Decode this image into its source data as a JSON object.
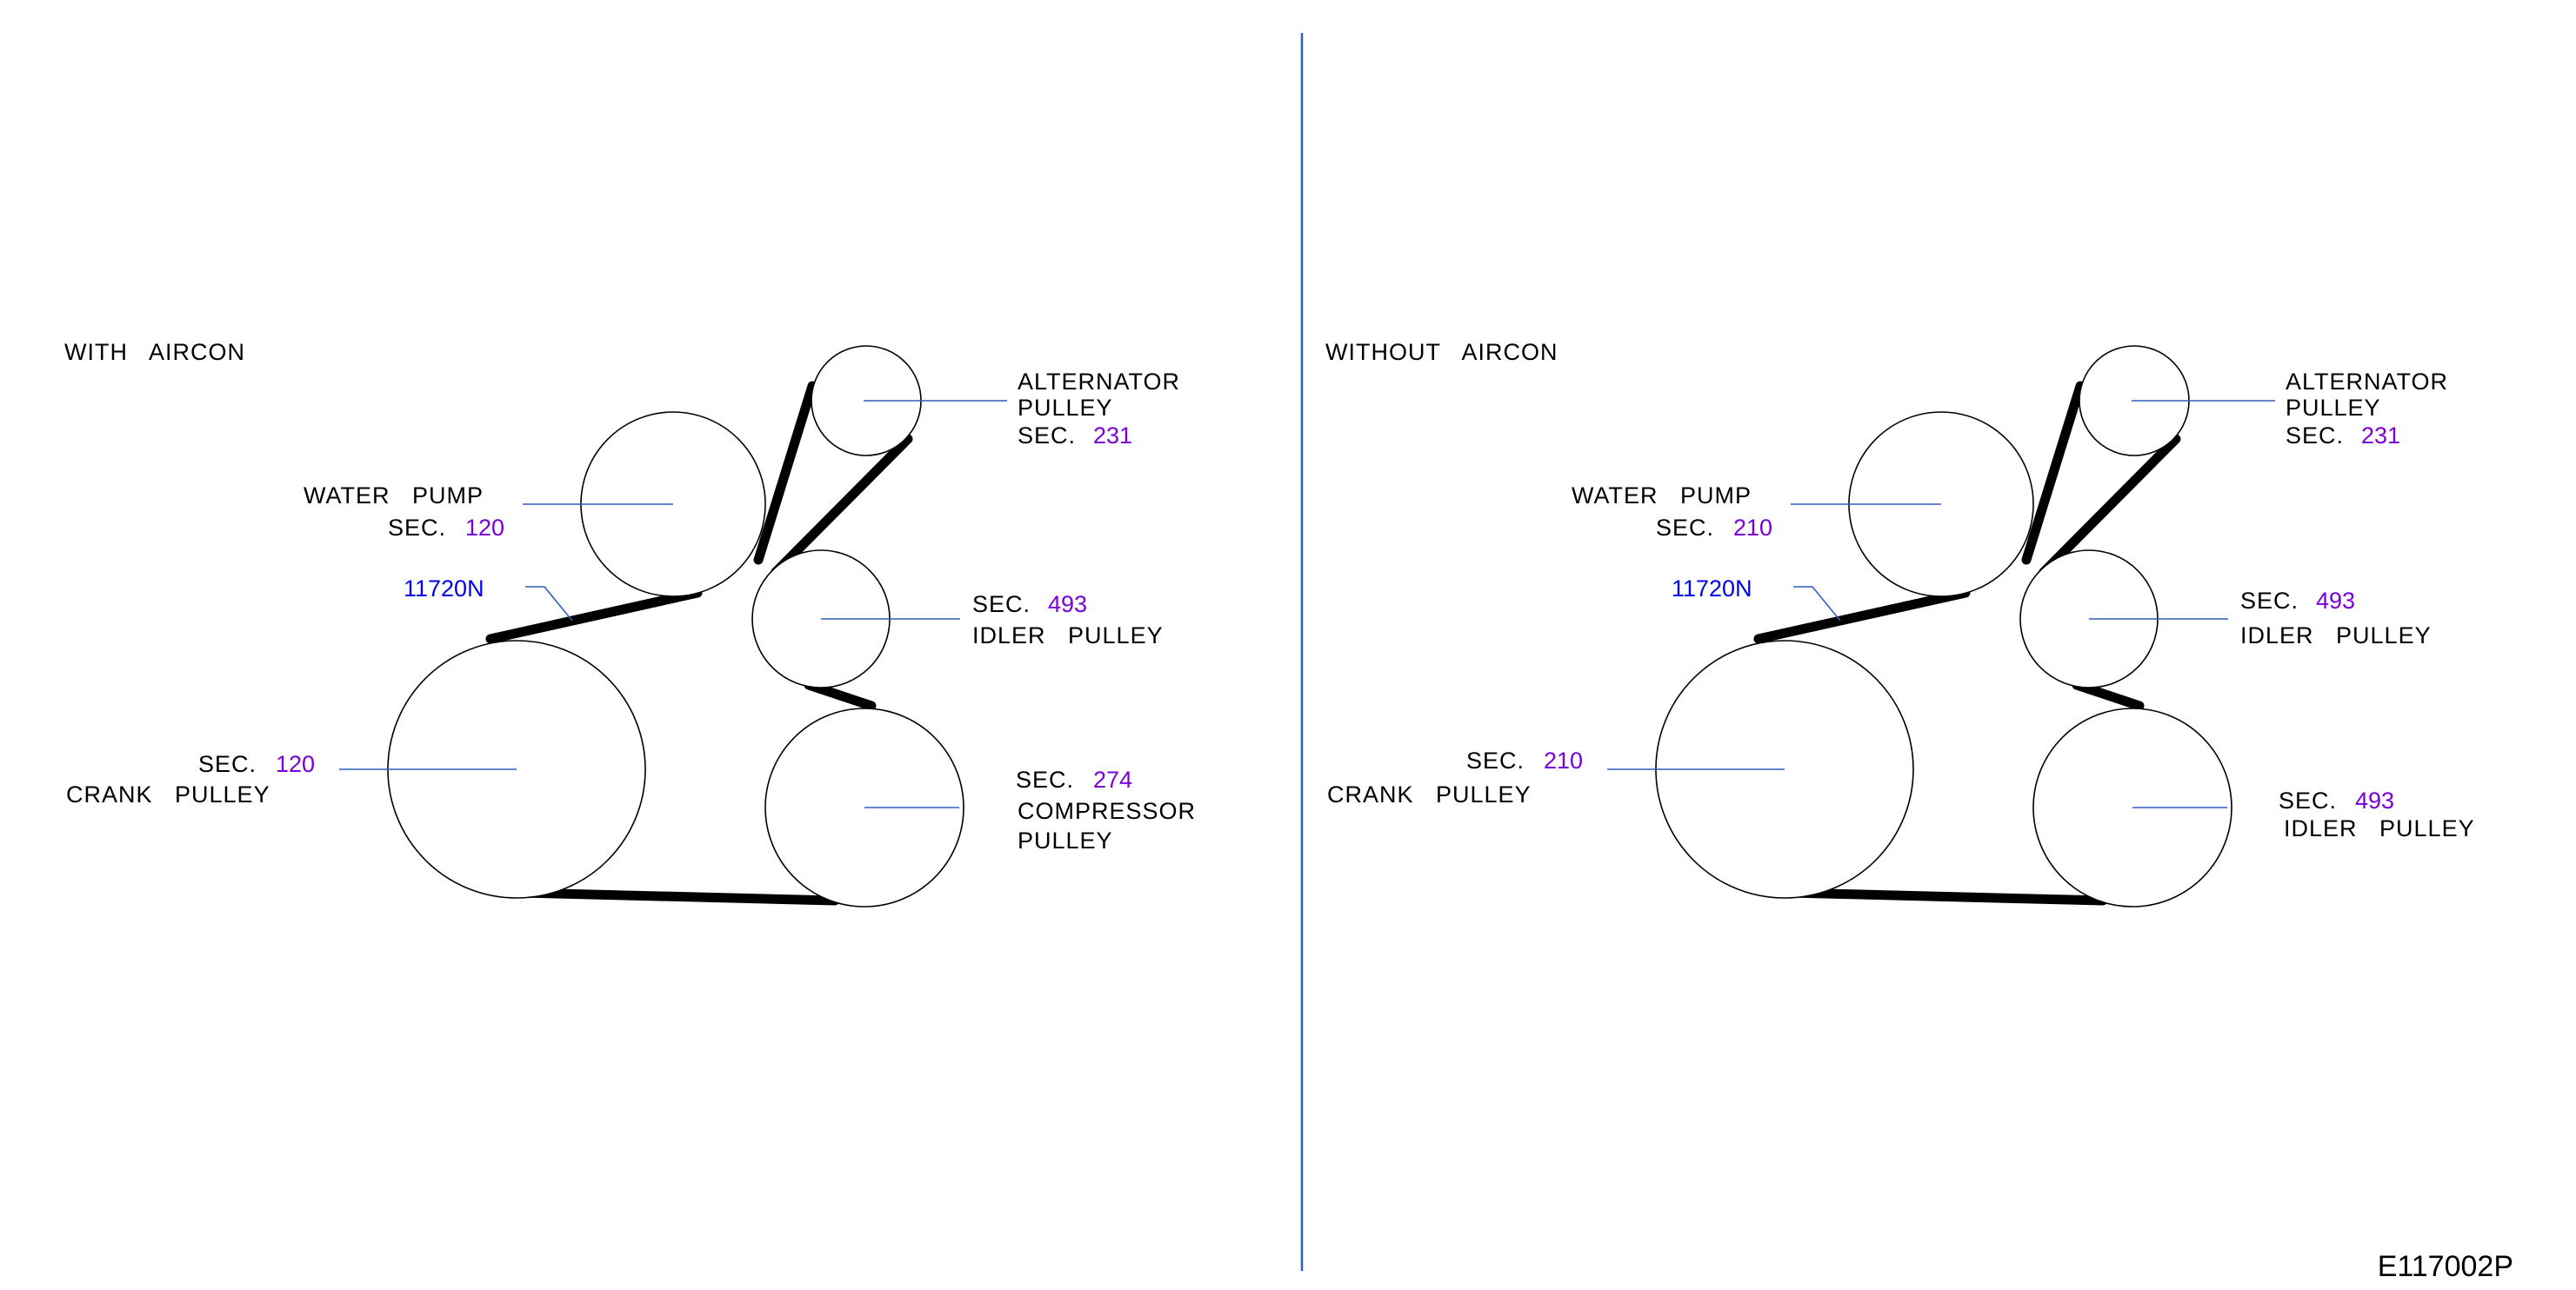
{
  "left": {
    "title": "WITH   AIRCON",
    "alternator": {
      "line1": "ALTERNATOR",
      "line2": "PULLEY",
      "sec_label": "SEC.",
      "sec_value": "231"
    },
    "water_pump": {
      "name": "WATER   PUMP",
      "sec_label": "SEC.",
      "sec_value": "120"
    },
    "belt_part": "11720N",
    "idler": {
      "sec_label": "SEC.",
      "sec_value": "493",
      "name": "IDLER   PULLEY"
    },
    "crank": {
      "sec_label": "SEC.",
      "sec_value": "120",
      "name": "CRANK   PULLEY"
    },
    "compressor": {
      "sec_label": "SEC.",
      "sec_value": "274",
      "line1": "COMPRESSOR",
      "line2": "PULLEY"
    }
  },
  "right": {
    "title": "WITHOUT   AIRCON",
    "alternator": {
      "line1": "ALTERNATOR",
      "line2": "PULLEY",
      "sec_label": "SEC.",
      "sec_value": "231"
    },
    "water_pump": {
      "name": "WATER   PUMP",
      "sec_label": "SEC.",
      "sec_value": "210"
    },
    "belt_part": "11720N",
    "idler_upper": {
      "sec_label": "SEC.",
      "sec_value": "493",
      "name": "IDLER   PULLEY"
    },
    "crank": {
      "sec_label": "SEC.",
      "sec_value": "210",
      "name": "CRANK   PULLEY"
    },
    "idler_lower": {
      "sec_label": "SEC.",
      "sec_value": "493",
      "name": "IDLER   PULLEY"
    }
  },
  "drawing_code": "E117002P"
}
